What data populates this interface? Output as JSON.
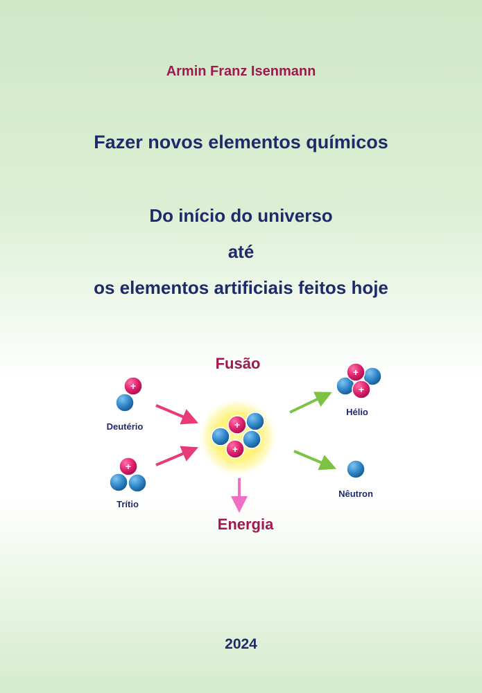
{
  "author": "Armin Franz Isenmann",
  "title": "Fazer novos elementos químicos",
  "subtitle_lines": [
    "Do início do universo",
    "até",
    "os elementos artificiais feitos hoje"
  ],
  "diagram": {
    "fusion_label": "Fusão",
    "deuterium_label": "Deutério",
    "tritium_label": "Trítio",
    "helium_label": "Hélio",
    "neutron_label": "Nêutron",
    "energy_label": "Energia",
    "proton_sign": "+"
  },
  "year": "2024",
  "colors": {
    "author": "#a01850",
    "title": "#1f2a6b",
    "proton": "#e0206e",
    "neutron": "#2e86c8",
    "arrow_in": "#e83a7a",
    "arrow_out": "#7dc242",
    "arrow_energy": "#f06fc4",
    "glow": "#fff27a"
  }
}
